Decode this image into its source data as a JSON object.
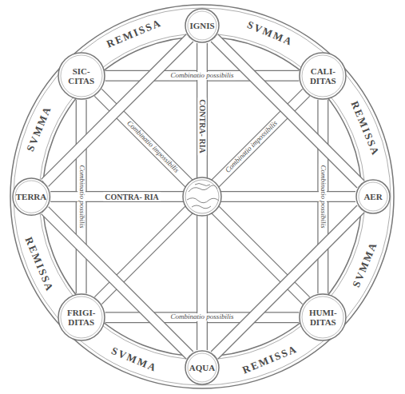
{
  "diagram": {
    "nodes": [
      {
        "text": [
          "IGNIS"
        ]
      },
      {
        "text": [
          "SIC- CITAS"
        ]
      },
      {
        "text": [
          "CALI- DITAS"
        ]
      },
      {
        "text": [
          "TERRA"
        ]
      },
      {
        "text": [
          "AER"
        ]
      },
      {
        "text": [
          "FRIGI- DITAS"
        ]
      },
      {
        "text": [
          "HUMI- DITAS"
        ]
      },
      {
        "text": [
          "AQUA"
        ]
      }
    ],
    "edges": [
      {
        "from": 1,
        "to": 2,
        "label": "Combinatio possibilis",
        "arrow": "none"
      },
      {
        "from": 2,
        "to": 6,
        "label": "Combinatio possibilis",
        "arrow": "none"
      },
      {
        "from": 6,
        "to": 5,
        "label": "Combinatio possibilis",
        "arrow": "none"
      },
      {
        "from": 5,
        "to": 1,
        "label": "Combinatio possibilis",
        "arrow": "none"
      },
      {
        "from": 1,
        "to": 6,
        "label": "Combinatio impossibilis",
        "arrow": "none"
      },
      {
        "from": 2,
        "to": 5,
        "label": "Combinatio impossibilis",
        "arrow": "none"
      },
      {
        "from": 0,
        "to": 7,
        "label": "CONTRA- RIA",
        "arrow": "none"
      },
      {
        "from": 3,
        "to": 4,
        "label": "CONTRA- RIA",
        "arrow": "none"
      },
      {
        "from": 0,
        "to": 4,
        "arrow": "none"
      },
      {
        "from": 4,
        "to": 7,
        "arrow": "none"
      },
      {
        "from": 7,
        "to": 3,
        "arrow": "none"
      },
      {
        "from": 3,
        "to": 0,
        "arrow": "none"
      }
    ],
    "labels": [
      "REMISSA",
      "SVMMA",
      "REMISSA",
      "SVMMA",
      "REMISSA",
      "SVMMA",
      "REMISSA",
      "SVMMA"
    ]
  }
}
